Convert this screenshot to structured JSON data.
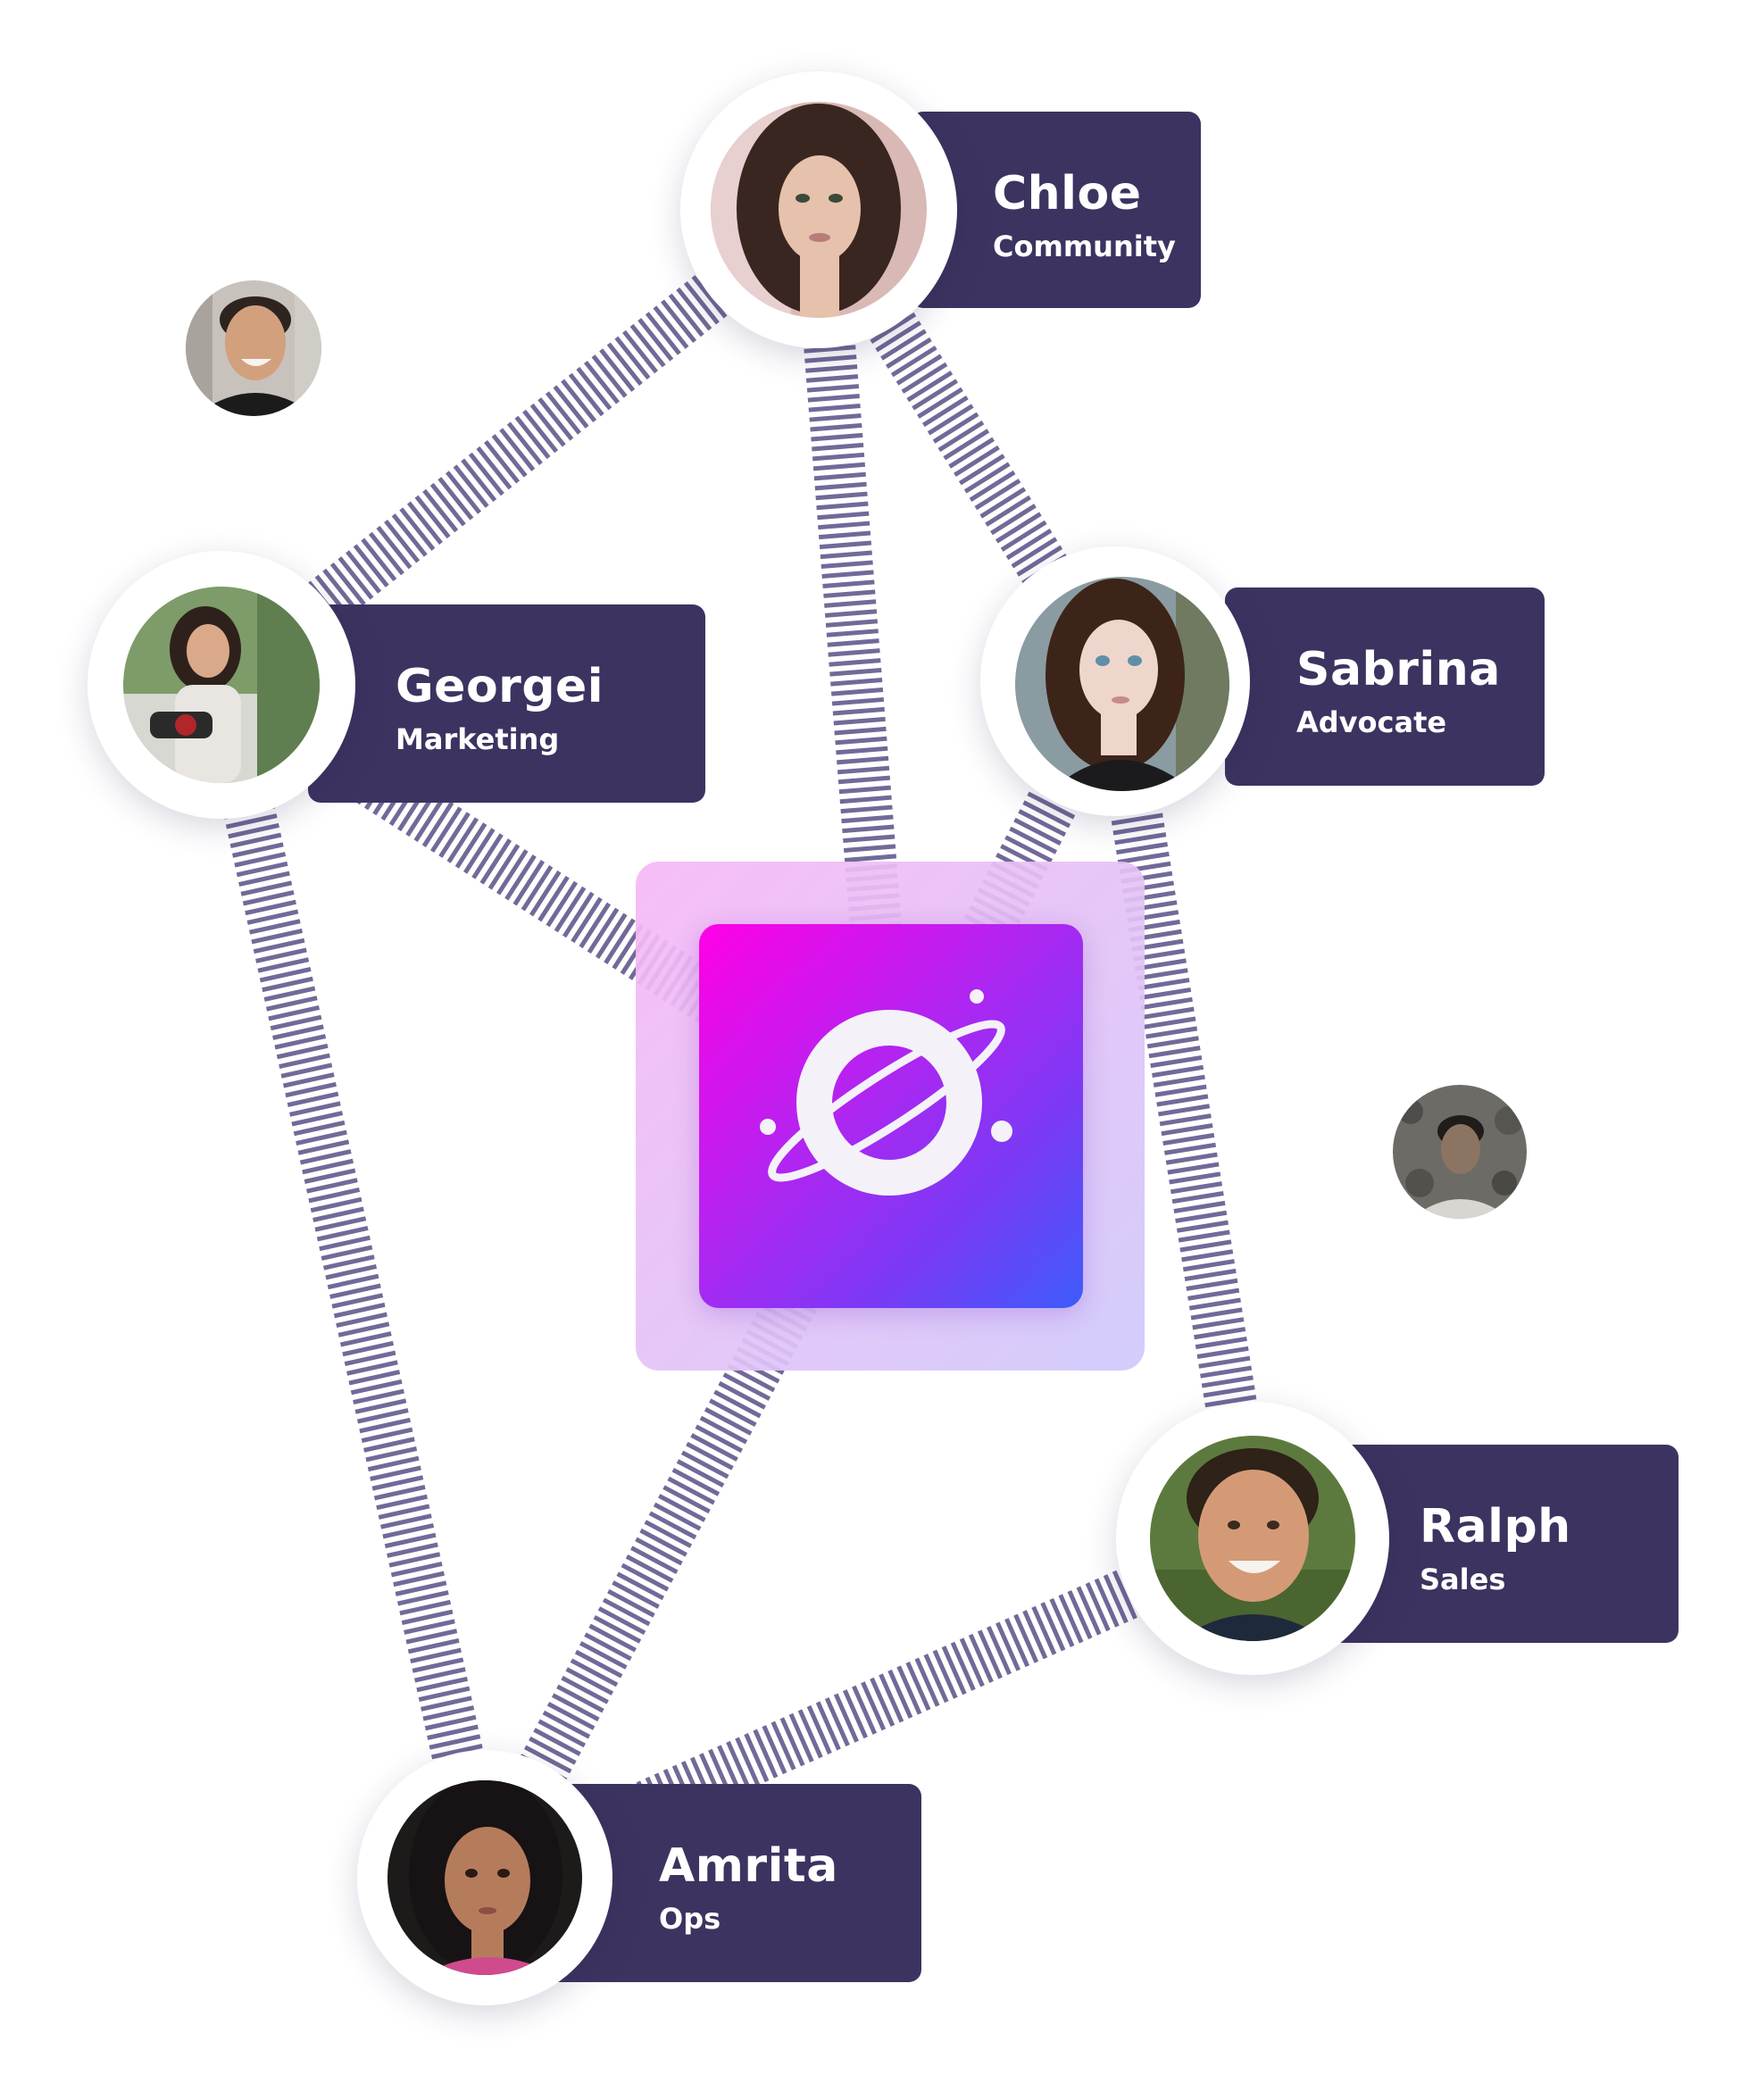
{
  "diagram": {
    "hub": {
      "logo_icon": "planet-logo-icon",
      "gradient": [
        "#ff00e6",
        "#b324f1",
        "#3d5cfb"
      ]
    },
    "colors": {
      "tag_bg": "#3d3360",
      "link": "#5b4f86",
      "text": "#ffffff"
    },
    "people": [
      {
        "id": "chloe",
        "name": "Chloe",
        "role": "Community"
      },
      {
        "id": "georgei",
        "name": "Georgei",
        "role": "Marketing"
      },
      {
        "id": "sabrina",
        "name": "Sabrina",
        "role": "Advocate"
      },
      {
        "id": "ralph",
        "name": "Ralph",
        "role": "Sales"
      },
      {
        "id": "amrita",
        "name": "Amrita",
        "role": "Ops"
      }
    ],
    "unlabeled_avatars": [
      {
        "id": "man-smiling"
      },
      {
        "id": "man-ivy-background"
      }
    ],
    "links": [
      [
        "chloe",
        "georgei"
      ],
      [
        "chloe",
        "hub"
      ],
      [
        "chloe",
        "sabrina"
      ],
      [
        "georgei",
        "hub"
      ],
      [
        "georgei",
        "amrita"
      ],
      [
        "sabrina",
        "hub"
      ],
      [
        "sabrina",
        "ralph"
      ],
      [
        "hub",
        "amrita"
      ],
      [
        "ralph",
        "amrita"
      ]
    ]
  }
}
